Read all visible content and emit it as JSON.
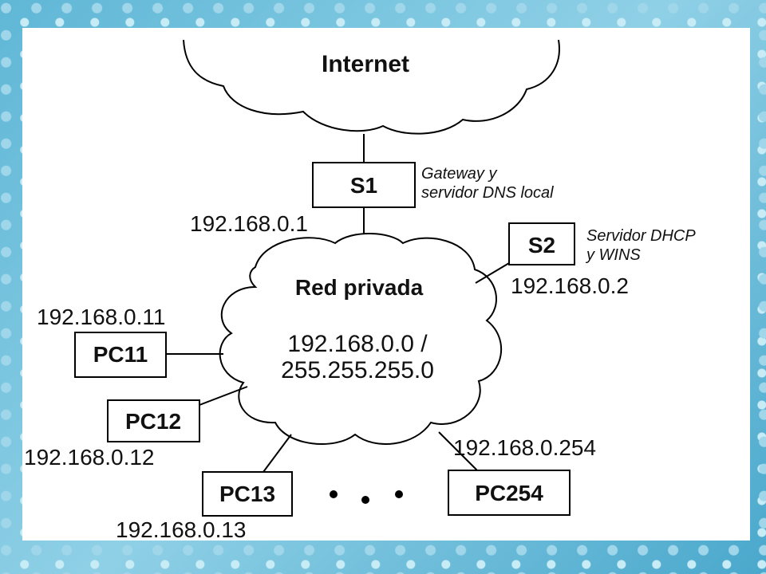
{
  "colors": {
    "line": "#000000",
    "text": "#111111",
    "frame_bg": "#7ec9e2",
    "slide_bg": "#ffffff"
  },
  "clouds": {
    "internet": {
      "label": "Internet"
    },
    "private": {
      "label": "Red privada",
      "subnet_line1": "192.168.0.0 /",
      "subnet_line2": "255.255.255.0"
    }
  },
  "nodes": {
    "s1": {
      "label": "S1",
      "ip": "192.168.0.1",
      "note_line1": "Gateway y",
      "note_line2": "servidor DNS local"
    },
    "s2": {
      "label": "S2",
      "ip": "192.168.0.2",
      "note_line1": "Servidor DHCP",
      "note_line2": "y WINS"
    },
    "pc11": {
      "label": "PC11",
      "ip": "192.168.0.11"
    },
    "pc12": {
      "label": "PC12",
      "ip": "192.168.0.12"
    },
    "pc13": {
      "label": "PC13",
      "ip": "192.168.0.13"
    },
    "pc254": {
      "label": "PC254",
      "ip": "192.168.0.254"
    }
  },
  "ellipsis": {
    "icon": "ellipsis-dots-icon"
  }
}
